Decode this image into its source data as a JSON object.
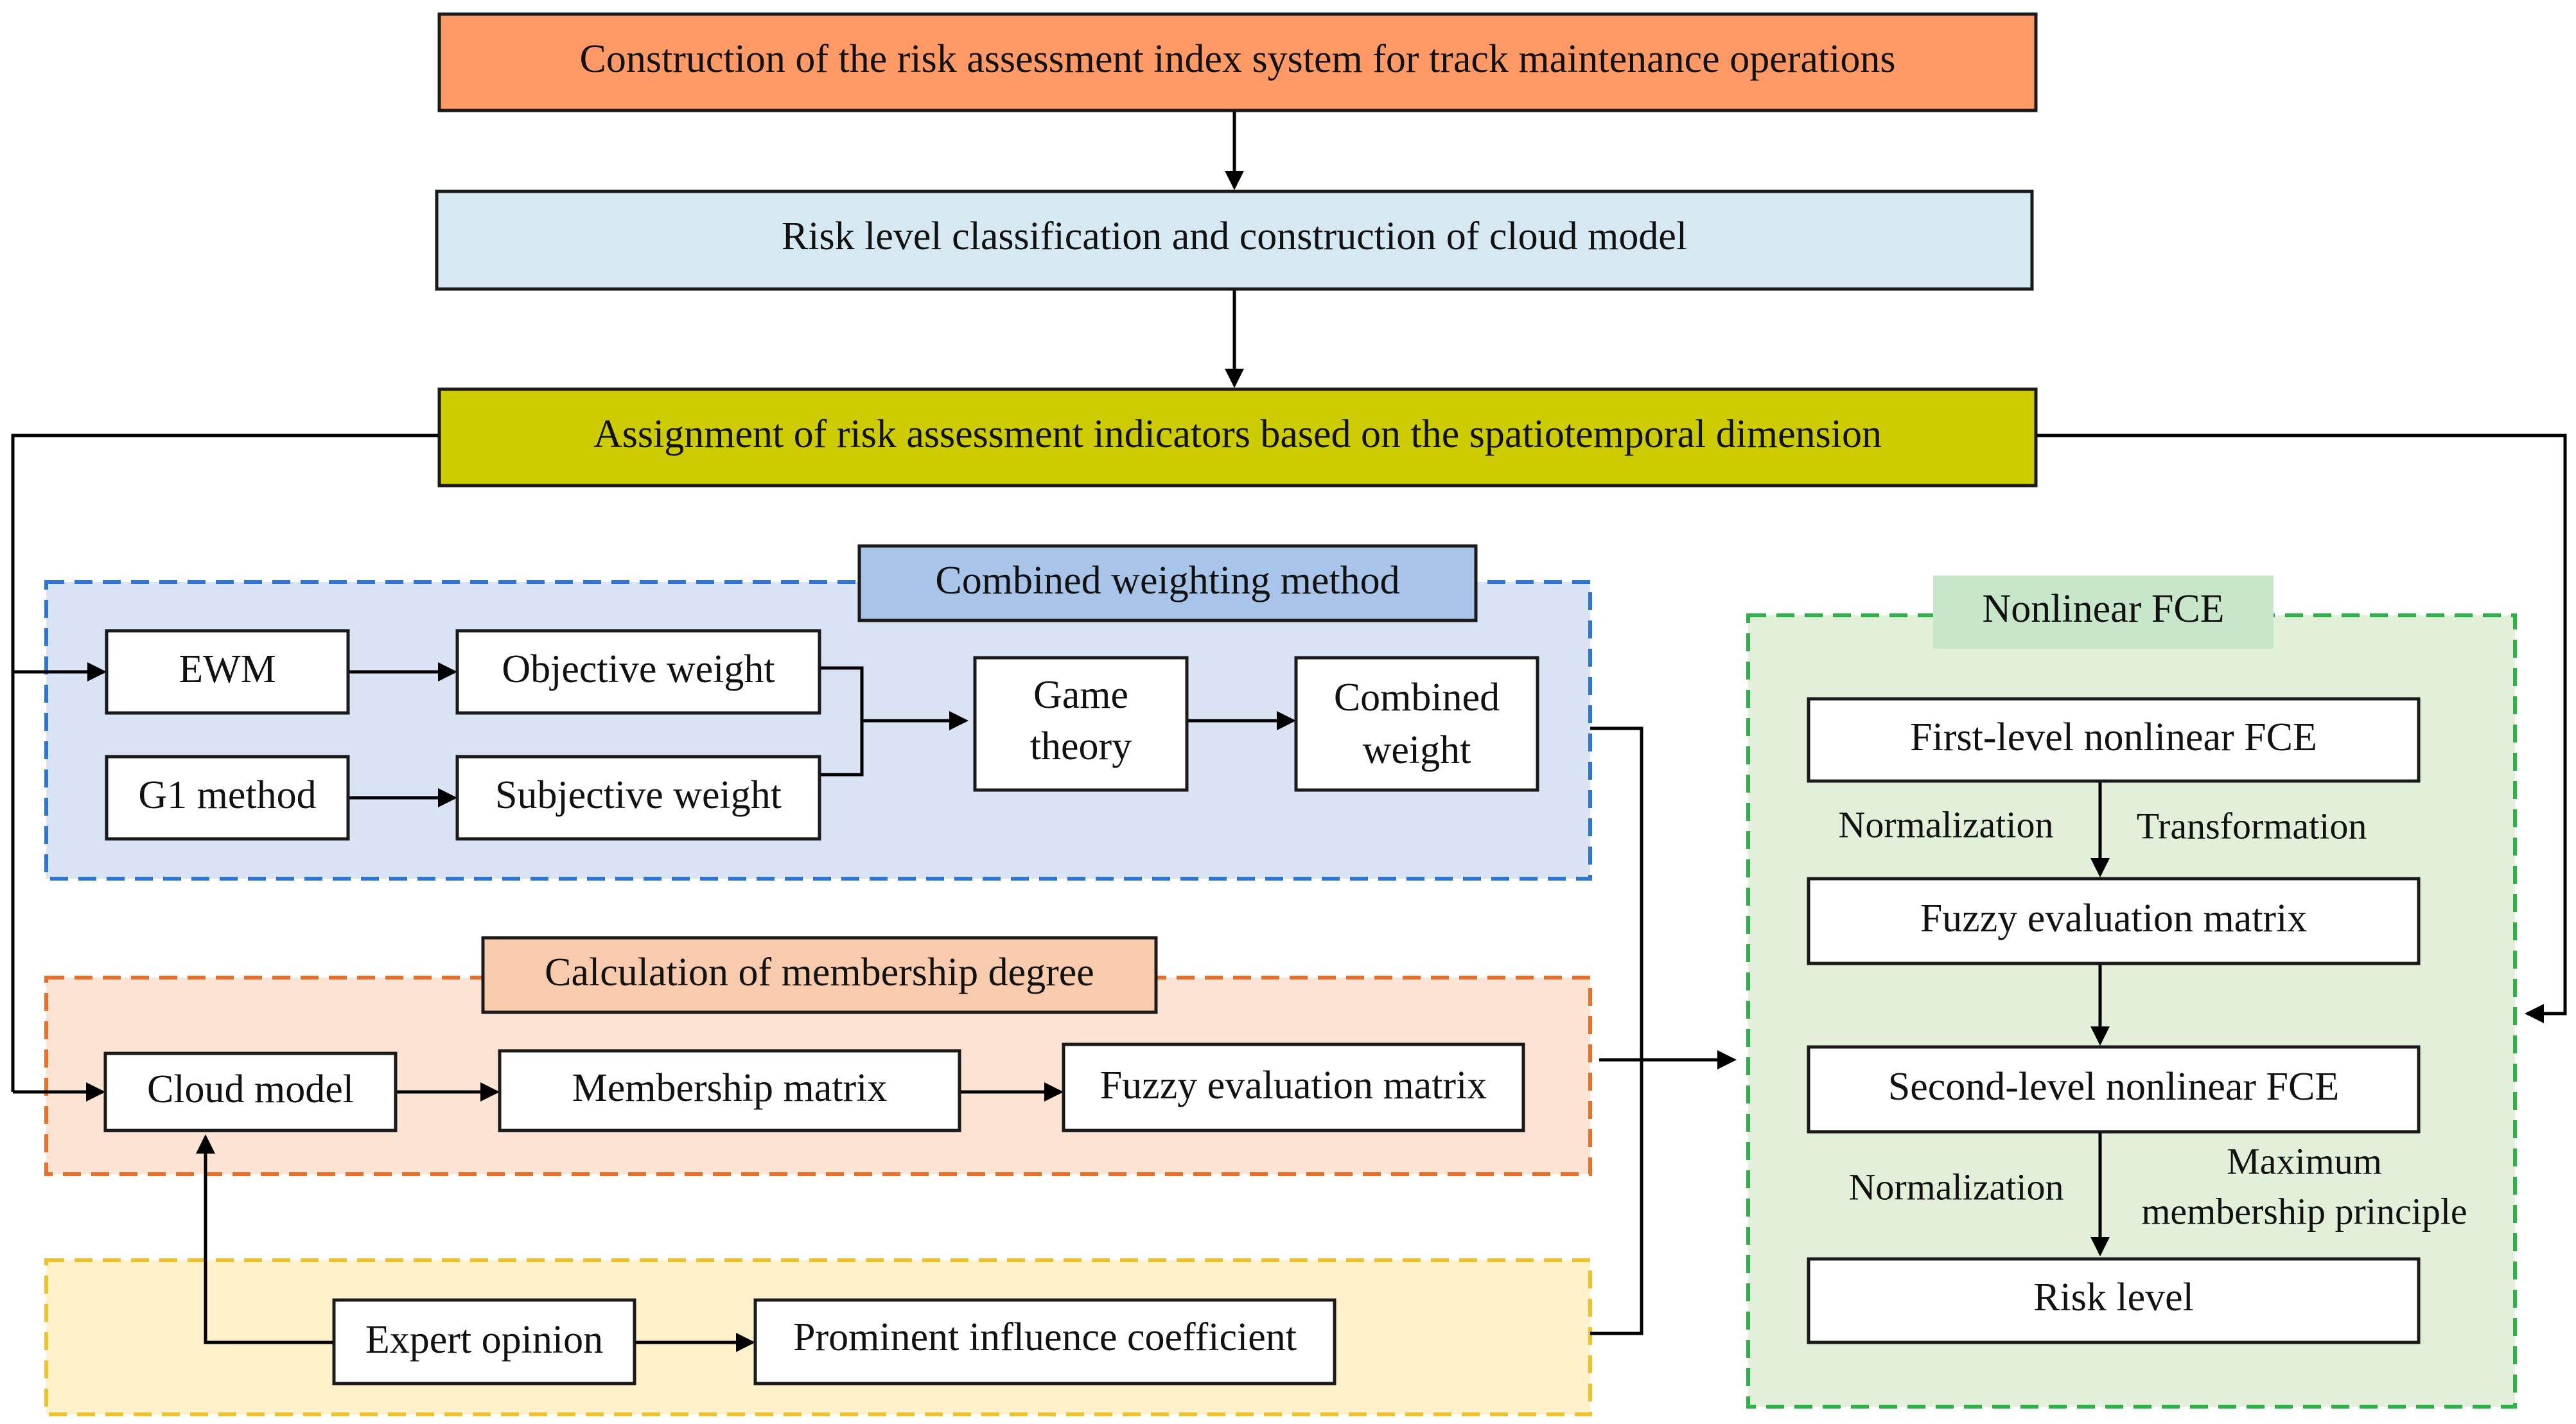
{
  "colors": {
    "top_box": "#FF9966",
    "cloud_box": "#D6E8F2",
    "assign_box": "#CCCC00",
    "weighting_panel_fill": "#DAE3F3",
    "weighting_panel_border": "#2E75D6",
    "weighting_title_fill": "#A8C4E8",
    "membership_panel_fill": "#FDE3D3",
    "membership_panel_border": "#E8702A",
    "membership_title_fill": "#F8CBAD",
    "expert_panel_fill": "#FFF1C9",
    "expert_panel_border": "#F2C12E",
    "fce_panel_fill": "#E2F0D9",
    "fce_panel_border": "#2DB24A",
    "fce_title_fill": "#C8E6C9",
    "node_fill": "#FFFFFF"
  },
  "top_boxes": {
    "index_system": "Construction of the risk assessment index system for track maintenance operations",
    "cloud_model": "Risk level classification and construction of cloud model",
    "assignment": "Assignment of risk assessment indicators based on the spatiotemporal dimension"
  },
  "weighting": {
    "title": "Combined weighting method",
    "ewm": "EWM",
    "g1": "G1 method",
    "objective": "Objective weight",
    "subjective": "Subjective weight",
    "game_line1": "Game",
    "game_line2": "theory",
    "combined_line1": "Combined",
    "combined_line2": "weight"
  },
  "membership": {
    "title": "Calculation of membership degree",
    "cloud": "Cloud model",
    "matrix": "Membership matrix",
    "fuzzy": "Fuzzy evaluation matrix"
  },
  "expert": {
    "opinion": "Expert opinion",
    "coefficient": "Prominent influence coefficient"
  },
  "fce": {
    "title": "Nonlinear FCE",
    "first": "First-level nonlinear FCE",
    "normalization1": "Normalization",
    "transformation": "Transformation",
    "fuzzy": "Fuzzy evaluation matrix",
    "second": "Second-level nonlinear FCE",
    "normalization2": "Normalization",
    "max_line1": "Maximum",
    "max_line2": "membership principle",
    "risk": "Risk level"
  }
}
